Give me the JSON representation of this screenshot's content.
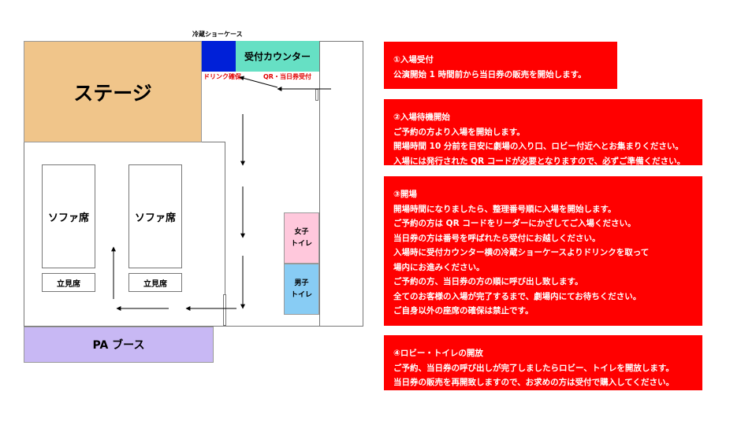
{
  "floorplan": {
    "showcase_label": "冷蔵ショーケース",
    "reception_label": "受付カウンター",
    "drink_label": "ドリンク確保",
    "qr_label": "QR・当日券受付",
    "stage_label": "ステージ",
    "sofa_left_label": "ソファ席",
    "sofa_right_label": "ソファ席",
    "standing_left_label": "立見席",
    "standing_right_label": "立見席",
    "female_toilet_label": "女子\nトイレ",
    "male_toilet_label": "男子\nトイレ",
    "pa_label": "PA ブース",
    "colors": {
      "stage": "#f0c58a",
      "showcase": "#0020d8",
      "reception": "#66e0c4",
      "female_toilet": "#ffc8dc",
      "male_toilet": "#88ccf4",
      "pa": "#c8b8f4",
      "note_red": "#ff0000",
      "note_text": "#ffffff"
    }
  },
  "notes": [
    {
      "title": "①入場受付",
      "lines": [
        "公演開始 1 時間前から当日券の販売を開始します。"
      ]
    },
    {
      "title": "②入場待機開始",
      "lines": [
        "ご予約の方より入場を開始します。",
        "開場時間 10 分前を目安に劇場の入り口、ロビー付近へとお集まりください。",
        "入場には発行された QR コードが必要となりますので、必ずご準備ください。"
      ]
    },
    {
      "title": "③開場",
      "lines": [
        "開場時間になりましたら、整理番号順に入場を開始します。",
        "ご予約の方は QR コードをリーダーにかざしてご入場ください。",
        "当日券の方は番号を呼ばれたら受付にお越しください。",
        "入場時に受付カウンター横の冷蔵ショーケースよりドリンクを取って",
        "場内にお進みください。",
        "ご予約の方、当日券の方の順に呼び出し致します。",
        "全てのお客様の入場が完了するまで、劇場内にてお待ちください。",
        "ご自身以外の座席の確保は禁止です。"
      ]
    },
    {
      "title": "④ロビー・トイレの開放",
      "lines": [
        "ご予約、当日券の呼び出しが完了しましたらロビー、トイレを開放します。",
        "当日券の販売を再開致しますので、お求めの方は受付で購入してください。"
      ]
    }
  ]
}
